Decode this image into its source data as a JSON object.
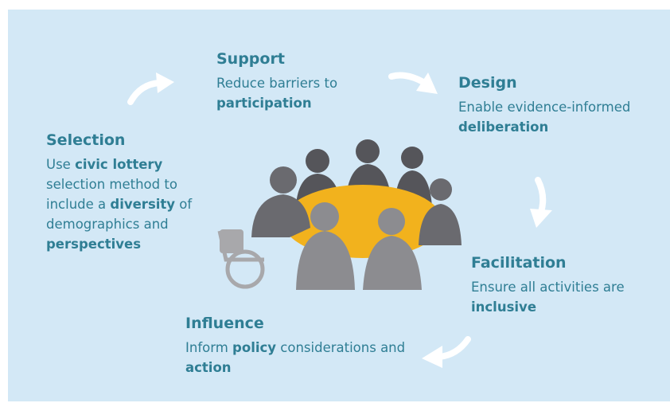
{
  "stages": {
    "support": {
      "title": "Support",
      "desc_a": "Reduce barriers to ",
      "desc_bold": "participation"
    },
    "design": {
      "title": "Design",
      "desc_a": "Enable evidence-informed ",
      "desc_bold": "deliberation"
    },
    "selection": {
      "title": "Selection",
      "seg1": "Use ",
      "seg2": "civic lottery",
      "seg3": " selection method to include a ",
      "seg4": "diversity",
      "seg5": " of demographics and ",
      "seg6": "perspectives"
    },
    "facilitation": {
      "title": "Facilitation",
      "desc_a": "Ensure all activities are ",
      "desc_bold": "inclusive"
    },
    "influence": {
      "title": "Influence",
      "seg1": "Inform ",
      "seg2": "policy",
      "seg3": " considerations and ",
      "seg4": "action"
    }
  },
  "colors": {
    "background": "#d3e8f6",
    "heading": "#2f7e94",
    "table": "#f2b21d",
    "arrow": "#ffffff"
  },
  "icons": [
    "curved-arrow-icon",
    "people-around-table-illustration"
  ]
}
